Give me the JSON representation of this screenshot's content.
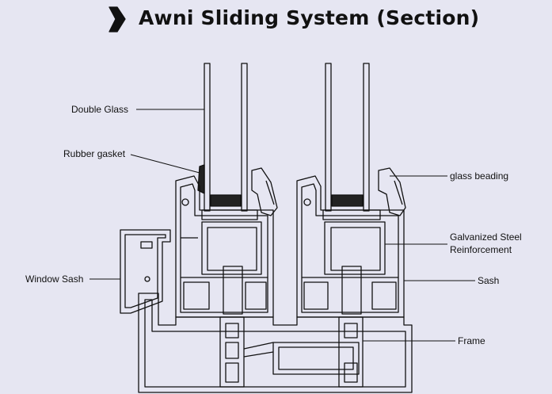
{
  "title": "Awni Sliding System (Section)",
  "colors": {
    "background": "#e6e6f2",
    "line": "#111111",
    "gasket": "#222222"
  },
  "labels": {
    "double_glass": "Double Glass",
    "rubber_gasket": "Rubber gasket",
    "window_sash": "Window Sash",
    "glass_beading": "glass beading",
    "galvanized_steel": "Galvanized Steel",
    "reinforcement": "Reinforcement",
    "sash": "Sash",
    "frame": "Frame"
  }
}
